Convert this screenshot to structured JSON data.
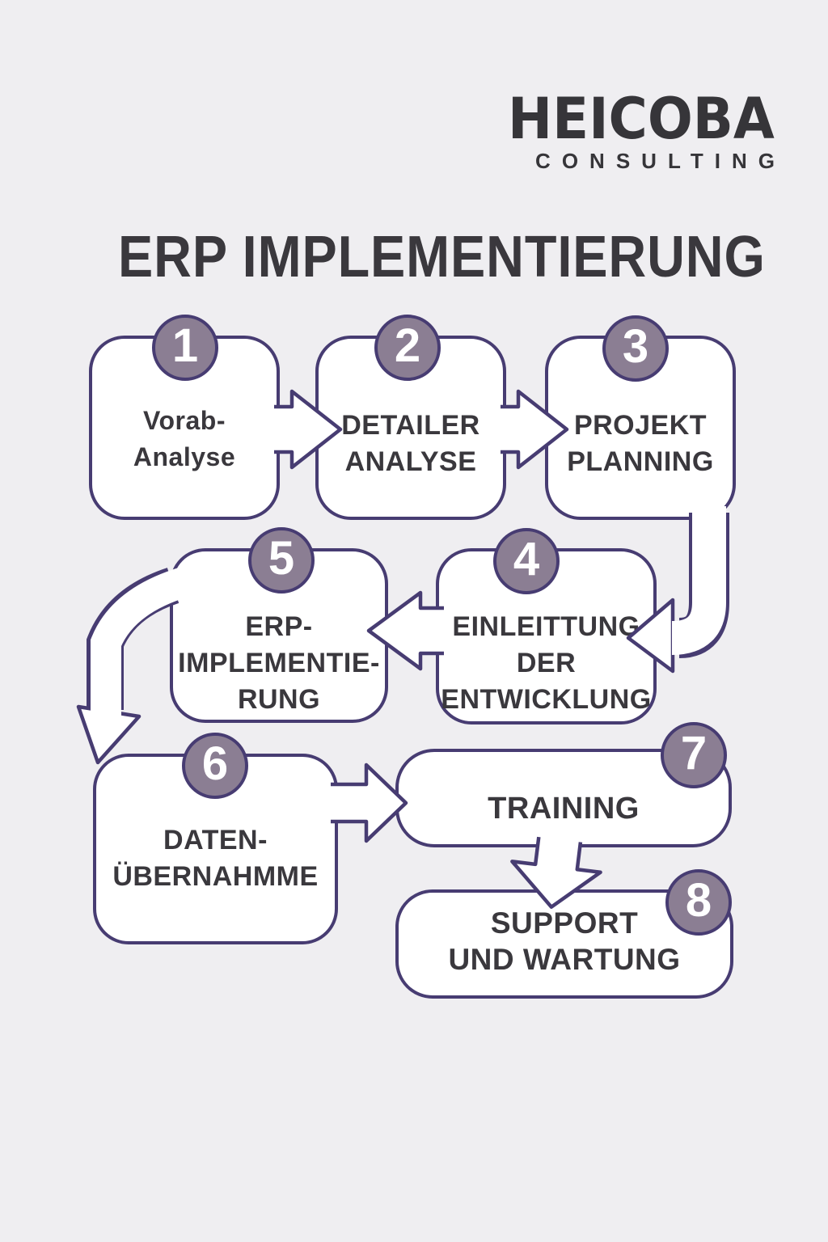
{
  "brand": {
    "name": "HEICOBA",
    "tagline": "CONSULTING"
  },
  "title": "ERP IMPLEMENTIERUNG",
  "steps": [
    {
      "number": "1",
      "label": "Vorab-Analyse",
      "lines": [
        "Vorab-Analyse"
      ]
    },
    {
      "number": "2",
      "label": "DETAILER ANALYSE",
      "lines": [
        "DETAILER",
        "ANALYSE"
      ]
    },
    {
      "number": "3",
      "label": "PROJEKT PLANNING",
      "lines": [
        "PROJEKT",
        "PLANNING"
      ]
    },
    {
      "number": "4",
      "label": "EINLEITTUNG DER ENTWICKLUNG",
      "lines": [
        "EINLEITTUNG",
        "DER",
        "ENTWICKLUNG"
      ]
    },
    {
      "number": "5",
      "label": "ERP-IMPLEMENTIERUNG",
      "lines": [
        "ERP-",
        "IMPLEMENTIE-",
        "RUNG"
      ]
    },
    {
      "number": "6",
      "label": "DATEN-ÜBERNAHMME",
      "lines": [
        "DATEN-",
        "ÜBERNAHMME"
      ]
    },
    {
      "number": "7",
      "label": "TRAINING",
      "lines": [
        "TRAINING"
      ]
    },
    {
      "number": "8",
      "label": "SUPPORT UND WARTUNG",
      "lines": [
        "SUPPORT",
        "UND WARTUNG"
      ]
    }
  ],
  "colors": {
    "background": "#efeef1",
    "box_fill": "#ffffff",
    "outline": "#473c72",
    "badge_fill": "#8b7e93",
    "text": "#3a383d",
    "logo": "#363539"
  }
}
